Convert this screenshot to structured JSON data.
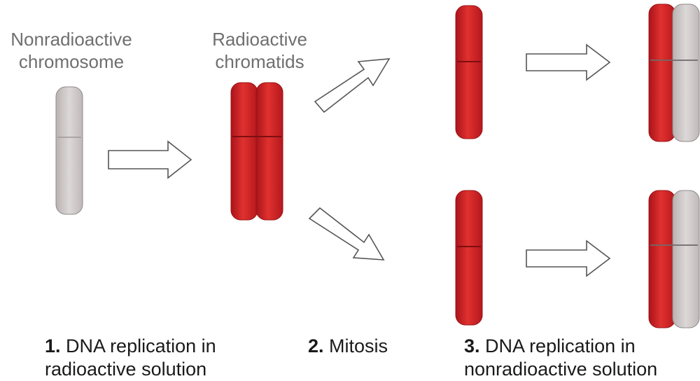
{
  "labels": {
    "nonradioactive_chromosome": [
      "Nonradioactive",
      "chromosome"
    ],
    "radioactive_chromatids": [
      "Radioactive",
      "chromatids"
    ]
  },
  "steps": [
    {
      "number": "1.",
      "text_line1": "DNA replication in",
      "text_line2": "radioactive solution"
    },
    {
      "number": "2.",
      "text_line1": "Mitosis",
      "text_line2": ""
    },
    {
      "number": "3.",
      "text_line1": "DNA replication in",
      "text_line2": "nonradioactive solution"
    }
  ],
  "colors": {
    "radioactive": "#d9262a",
    "nonradioactive": "#d2cccc",
    "arrow_stroke": "#555555",
    "arrow_fill": "#ffffff"
  }
}
